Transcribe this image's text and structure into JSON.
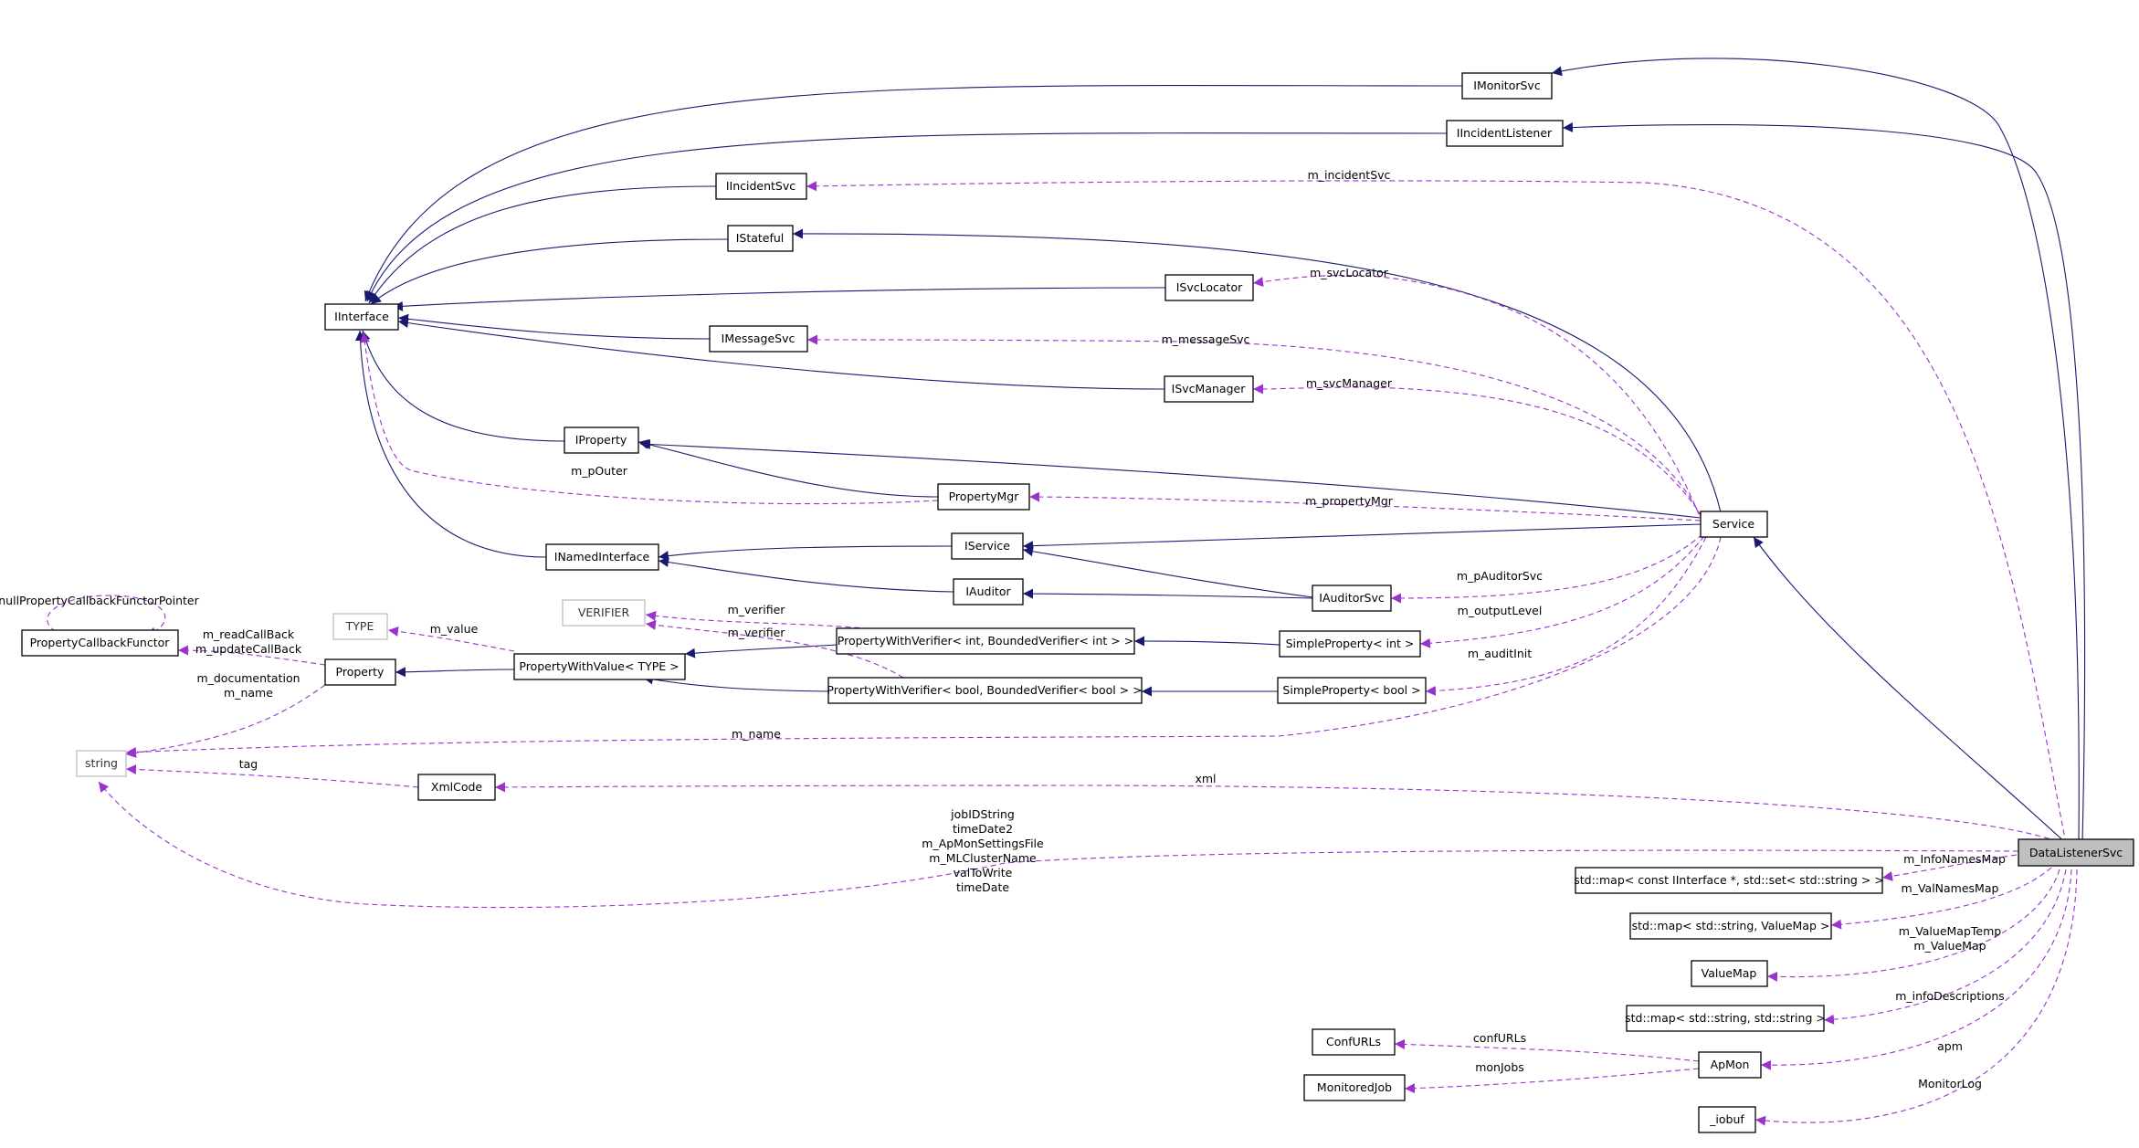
{
  "colors": {
    "inheritance_edge": "#191970",
    "usage_edge": "#9a32cd",
    "focus_fill": "#bfbfbf",
    "external_border": "#bfbfbf"
  },
  "nodes": {
    "IMonitorSvc": "IMonitorSvc",
    "IIncidentListener": "IIncidentListener",
    "IIncidentSvc": "IIncidentSvc",
    "IStateful": "IStateful",
    "ISvcLocator": "ISvcLocator",
    "IInterface": "IInterface",
    "IMessageSvc": "IMessageSvc",
    "ISvcManager": "ISvcManager",
    "IProperty": "IProperty",
    "PropertyMgr": "PropertyMgr",
    "Service": "Service",
    "INamedInterface": "INamedInterface",
    "IService": "IService",
    "IAuditor": "IAuditor",
    "IAuditorSvc": "IAuditorSvc",
    "VERIFIER": "VERIFIER",
    "TYPE": "TYPE",
    "PropertyCallbackFunctor": "PropertyCallbackFunctor",
    "PropertyWithVerifierInt": "PropertyWithVerifier< int, BoundedVerifier< int > >",
    "SimplePropertyInt": "SimpleProperty< int >",
    "Property": "Property",
    "PropertyWithValue": "PropertyWithValue< TYPE >",
    "PropertyWithVerifierBool": "PropertyWithVerifier< bool, BoundedVerifier< bool > >",
    "SimplePropertyBool": "SimpleProperty< bool >",
    "string": "string",
    "XmlCode": "XmlCode",
    "DataListenerSvc": "DataListenerSvc",
    "MapInterfaceSet": "std::map< const IInterface *, std::set< std::string > >",
    "MapStringValueMap": "std::map< std::string, ValueMap >",
    "ValueMap": "ValueMap",
    "MapStringString": "std::map< std::string, std::string >",
    "ConfURLs": "ConfURLs",
    "ApMon": "ApMon",
    "MonitoredJob": "MonitoredJob",
    "iobuf": "_iobuf"
  },
  "edge_labels": {
    "m_incidentSvc": "m_incidentSvc",
    "m_svcLocator": "m_svcLocator",
    "m_messageSvc": "m_messageSvc",
    "m_svcManager": "m_svcManager",
    "m_pOuter": "m_pOuter",
    "m_propertyMgr": "m_propertyMgr",
    "m_pAuditorSvc": "m_pAuditorSvc",
    "m_outputLevel": "m_outputLevel",
    "m_auditInit": "m_auditInit",
    "m_verifier_int": "m_verifier",
    "m_verifier_bool": "m_verifier",
    "m_value": "m_value",
    "nullPropertyCallbackFunctorPointer": "nullPropertyCallbackFunctorPointer",
    "m_readCallBack": "m_readCallBack",
    "m_updateCallBack": "m_updateCallBack",
    "m_documentation": "m_documentation",
    "m_name_prop": "m_name",
    "m_name": "m_name",
    "tag": "tag",
    "xml": "xml",
    "jobIDString": "jobIDString",
    "timeDate2": "timeDate2",
    "m_ApMonSettingsFile": "m_ApMonSettingsFile",
    "m_MLClusterName": "m_MLClusterName",
    "valToWrite": "valToWrite",
    "timeDate": "timeDate",
    "m_InfoNamesMap": "m_InfoNamesMap",
    "m_ValNamesMap": "m_ValNamesMap",
    "m_ValueMapTemp": "m_ValueMapTemp",
    "m_ValueMap": "m_ValueMap",
    "m_infoDescriptions": "m_infoDescriptions",
    "apm": "apm",
    "confURLs": "confURLs",
    "monJobs": "monJobs",
    "MonitorLog": "MonitorLog"
  }
}
